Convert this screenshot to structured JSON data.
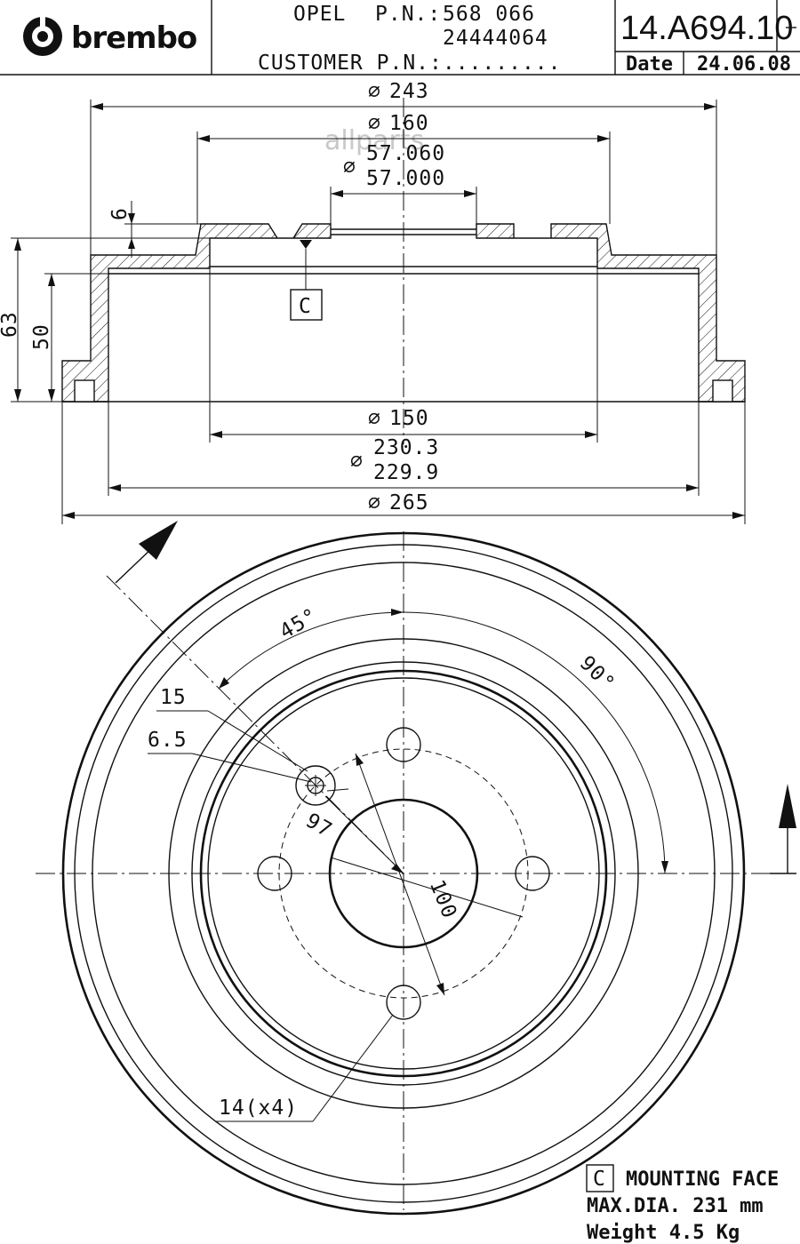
{
  "title_block": {
    "brand": "brembo",
    "vehicle": "OPEL",
    "pn_label": "P.N.:",
    "pn_1": "568 066",
    "pn_2": "24444064",
    "customer_pn": "CUSTOMER P.N.:.........",
    "part_number": "14.A694.10",
    "date_label": "Date",
    "date_value": "24.06.08"
  },
  "watermark": "allparts",
  "section_view": {
    "d_243": "243",
    "d_160": "160",
    "d_bore_max": "57.060",
    "d_bore_min": "57.000",
    "h_6": "6",
    "h_63": "63",
    "h_50": "50",
    "datum": "C",
    "d_150": "150",
    "d_drum_max": "230.3",
    "d_drum_min": "229.9",
    "d_265": "265"
  },
  "front_view": {
    "angle_45": "45°",
    "angle_90": "90°",
    "dim_15": "15",
    "dim_6_5": "6.5",
    "dim_97": "97",
    "dim_100": "100",
    "holes": "14(x4)"
  },
  "notes": {
    "datum": "C",
    "mounting_face": "MOUNTING FACE",
    "max_dia": "MAX.DIA. 231 mm",
    "weight": "Weight 4.5 Kg"
  },
  "symbols": {
    "diameter": "⌀"
  }
}
